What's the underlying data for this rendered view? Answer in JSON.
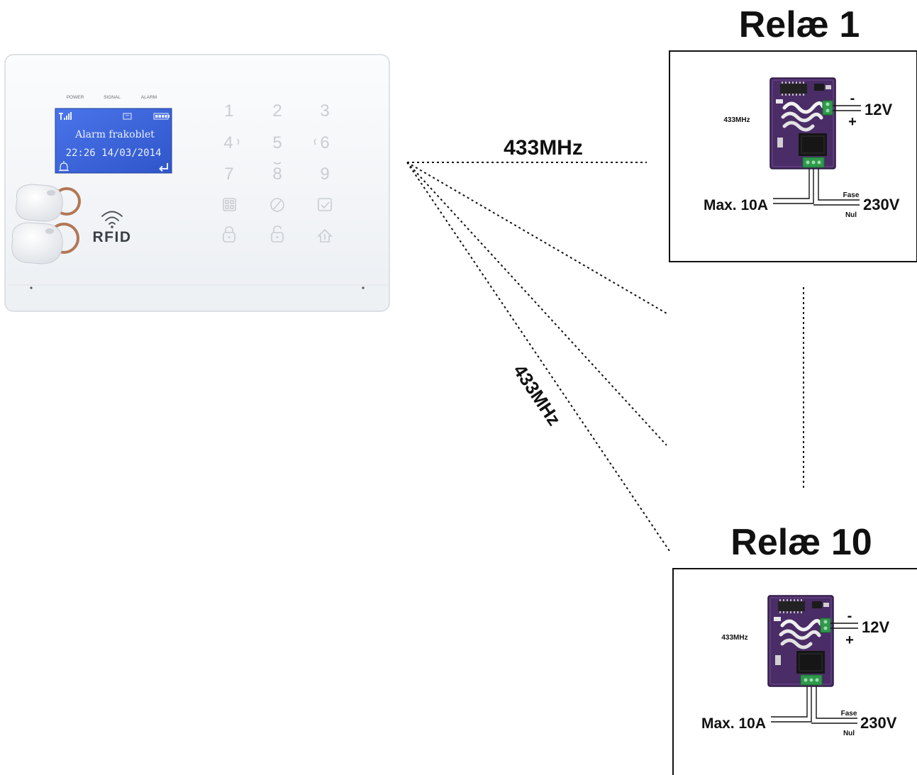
{
  "alarm_panel": {
    "indicators": [
      "POWER",
      "SIGNAL",
      "ALARM"
    ],
    "display": {
      "status_text": "Alarm frakoblet",
      "clock_text": "22:26 14/03/2014"
    },
    "keypad_keys": [
      "1",
      "2",
      "3",
      "4",
      "5",
      "6",
      "7",
      "8",
      "9"
    ],
    "rfid_label": "RFID"
  },
  "links": {
    "top_frequency_label": "433MHz",
    "diagonal_frequency_label": "433MHz"
  },
  "relays": [
    {
      "title": "Relæ 1",
      "module_frequency": "433MHz",
      "supply_minus": "-",
      "supply_plus": "+",
      "supply_voltage": "12V",
      "max_current": "Max. 10A",
      "phase_label": "Fase",
      "neutral_label": "Nul",
      "mains_voltage": "230V"
    },
    {
      "title": "Relæ 10",
      "module_frequency": "433MHz",
      "supply_minus": "-",
      "supply_plus": "+",
      "supply_voltage": "12V",
      "max_current": "Max. 10A",
      "phase_label": "Fase",
      "neutral_label": "Nul",
      "mains_voltage": "230V"
    }
  ],
  "colors": {
    "panel_body": "#f4f6f9",
    "lcd_background": "#3a63d8",
    "lcd_text": "#eaf0ff",
    "pcb_purple": "#4a2c66",
    "terminal_green": "#2e9a4a",
    "line_color": "#111111"
  }
}
